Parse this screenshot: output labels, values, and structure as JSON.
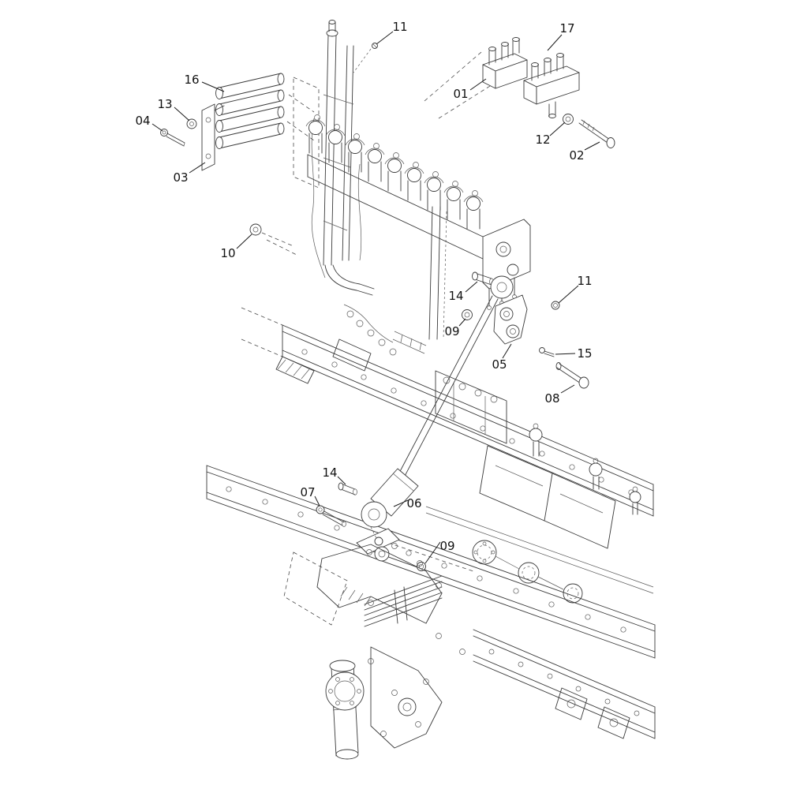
{
  "figure": {
    "type": "exploded-parts-diagram",
    "background": "#ffffff",
    "line_color": "#3a3a3a",
    "label_color": "#111111"
  },
  "callouts": [
    {
      "id": "11-top",
      "label": "11"
    },
    {
      "id": "17",
      "label": "17"
    },
    {
      "id": "16",
      "label": "16"
    },
    {
      "id": "01",
      "label": "01"
    },
    {
      "id": "13",
      "label": "13"
    },
    {
      "id": "04",
      "label": "04"
    },
    {
      "id": "12",
      "label": "12"
    },
    {
      "id": "02",
      "label": "02"
    },
    {
      "id": "03",
      "label": "03"
    },
    {
      "id": "10",
      "label": "10"
    },
    {
      "id": "14-upper",
      "label": "14"
    },
    {
      "id": "11-right",
      "label": "11"
    },
    {
      "id": "09-upper",
      "label": "09"
    },
    {
      "id": "05",
      "label": "05"
    },
    {
      "id": "15",
      "label": "15"
    },
    {
      "id": "08",
      "label": "08"
    },
    {
      "id": "14-lower",
      "label": "14"
    },
    {
      "id": "07",
      "label": "07"
    },
    {
      "id": "06",
      "label": "06"
    },
    {
      "id": "09-lower",
      "label": "09"
    }
  ]
}
